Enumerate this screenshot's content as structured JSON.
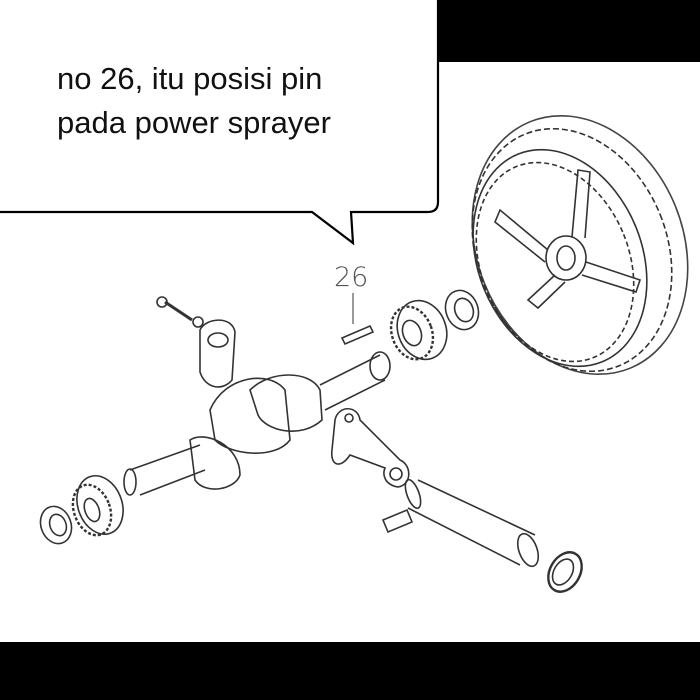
{
  "bubble": {
    "lines": [
      "no 26, itu posisi pin",
      "pada power sprayer"
    ]
  },
  "diagram": {
    "part_label": "26",
    "parts": [
      {
        "name": "pulley-wheel"
      },
      {
        "name": "bearing"
      },
      {
        "name": "oil-seal"
      },
      {
        "name": "pin"
      },
      {
        "name": "crankshaft"
      },
      {
        "name": "bolt"
      },
      {
        "name": "connecting-rod-cap"
      },
      {
        "name": "connecting-rod"
      },
      {
        "name": "piston-pin"
      },
      {
        "name": "plunger"
      },
      {
        "name": "plunger-seal"
      }
    ]
  },
  "colors": {
    "band": "#000000",
    "background": "#ffffff",
    "line": "#222222"
  }
}
